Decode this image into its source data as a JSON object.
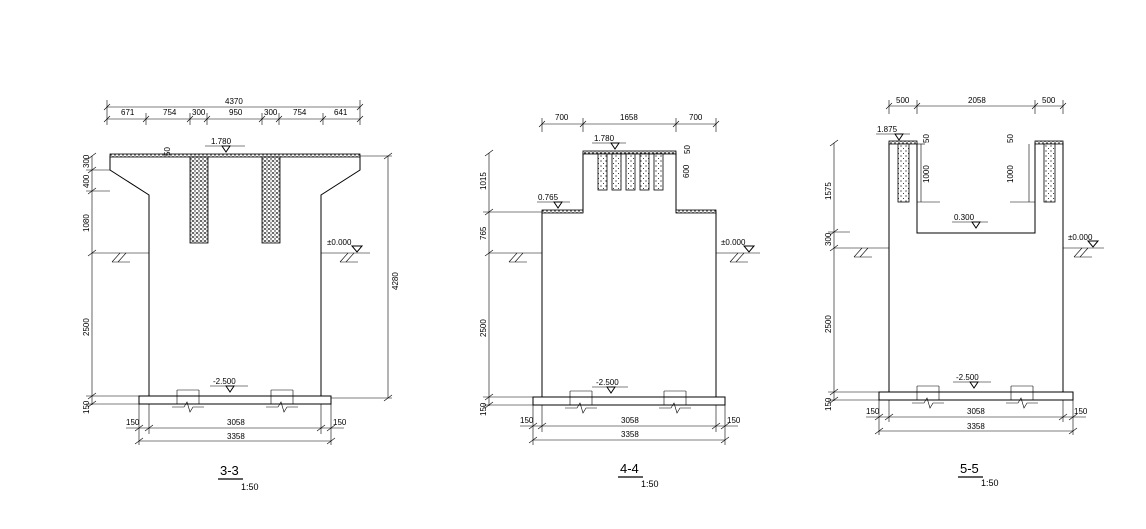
{
  "sections": [
    {
      "title": "3-3",
      "scale": "1:50",
      "top_total": "4370",
      "top_segments": [
        "671",
        "754",
        "300",
        "950",
        "300",
        "754",
        "641"
      ],
      "left_dims": [
        "300",
        "400",
        "1080",
        "2500",
        "150"
      ],
      "right_dim": "4280",
      "elev_top": "1.780",
      "elev_ground": "±0.000",
      "elev_bottom": "-2.500",
      "note_50": "50",
      "bottom_left": "150",
      "bottom_mid": "3058",
      "bottom_right": "150",
      "bottom_total": "3358"
    },
    {
      "title": "4-4",
      "scale": "1:50",
      "top_segments": [
        "700",
        "1658",
        "700"
      ],
      "left_dims": [
        "1015",
        "765",
        "2500",
        "150"
      ],
      "elev_top": "1.780",
      "elev_step": "0.765",
      "elev_ground": "±0.000",
      "elev_bottom": "-2.500",
      "note_50": "50",
      "note_600": "600",
      "bottom_left": "150",
      "bottom_mid": "3058",
      "bottom_right": "150",
      "bottom_total": "3358"
    },
    {
      "title": "5-5",
      "scale": "1:50",
      "top_segments": [
        "500",
        "2058",
        "500"
      ],
      "left_dims": [
        "1575",
        "300",
        "2500",
        "150"
      ],
      "elev_top": "1.875",
      "elev_inner": "0.300",
      "elev_ground": "±0.000",
      "elev_bottom": "-2.500",
      "note_50a": "50",
      "note_50b": "50",
      "note_1000a": "1000",
      "note_1000b": "1000",
      "bottom_left": "150",
      "bottom_mid": "3058",
      "bottom_right": "150",
      "bottom_total": "3358"
    }
  ]
}
